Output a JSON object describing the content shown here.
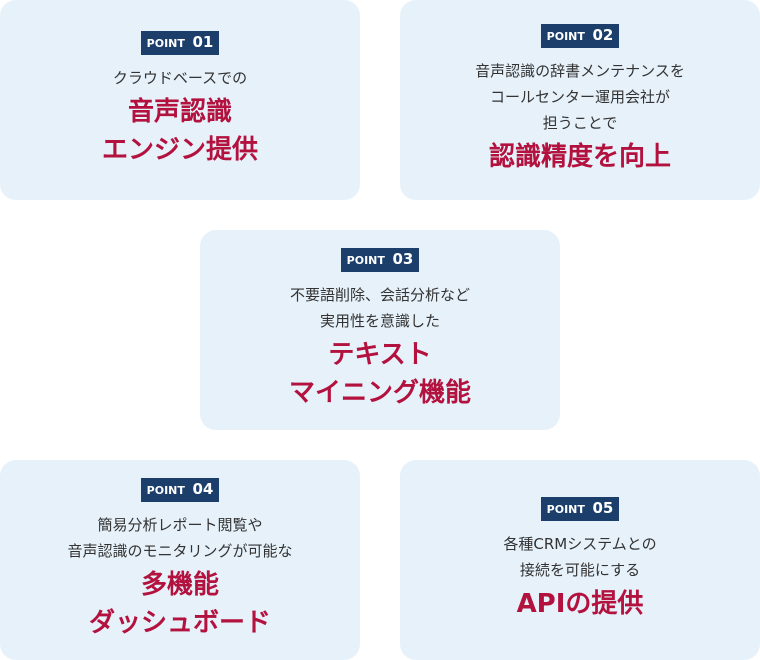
{
  "cards": [
    {
      "point_label": "POINT",
      "point_number": "01",
      "description": [
        "クラウドベースでの"
      ],
      "headline": [
        "音声認識",
        "エンジン提供"
      ]
    },
    {
      "point_label": "POINT",
      "point_number": "02",
      "description": [
        "音声認識の辞書メンテナンスを",
        "コールセンター運用会社が",
        "担うことで"
      ],
      "headline": [
        "認識精度を向上"
      ]
    },
    {
      "point_label": "POINT",
      "point_number": "03",
      "description": [
        "不要語削除、会話分析など",
        "実用性を意識した"
      ],
      "headline": [
        "テキスト",
        "マイニング機能"
      ]
    },
    {
      "point_label": "POINT",
      "point_number": "04",
      "description": [
        "簡易分析レポート閲覧や",
        "音声認識のモニタリングが可能な"
      ],
      "headline": [
        "多機能",
        "ダッシュボード"
      ]
    },
    {
      "point_label": "POINT",
      "point_number": "05",
      "description": [
        "各種CRMシステムとの",
        "接続を可能にする"
      ],
      "headline": [
        "APIの提供"
      ]
    }
  ],
  "colors": {
    "card_bg": "#e6f1fa",
    "badge_bg": "#1b3e6b",
    "headline": "#b3123f",
    "text": "#333333"
  }
}
